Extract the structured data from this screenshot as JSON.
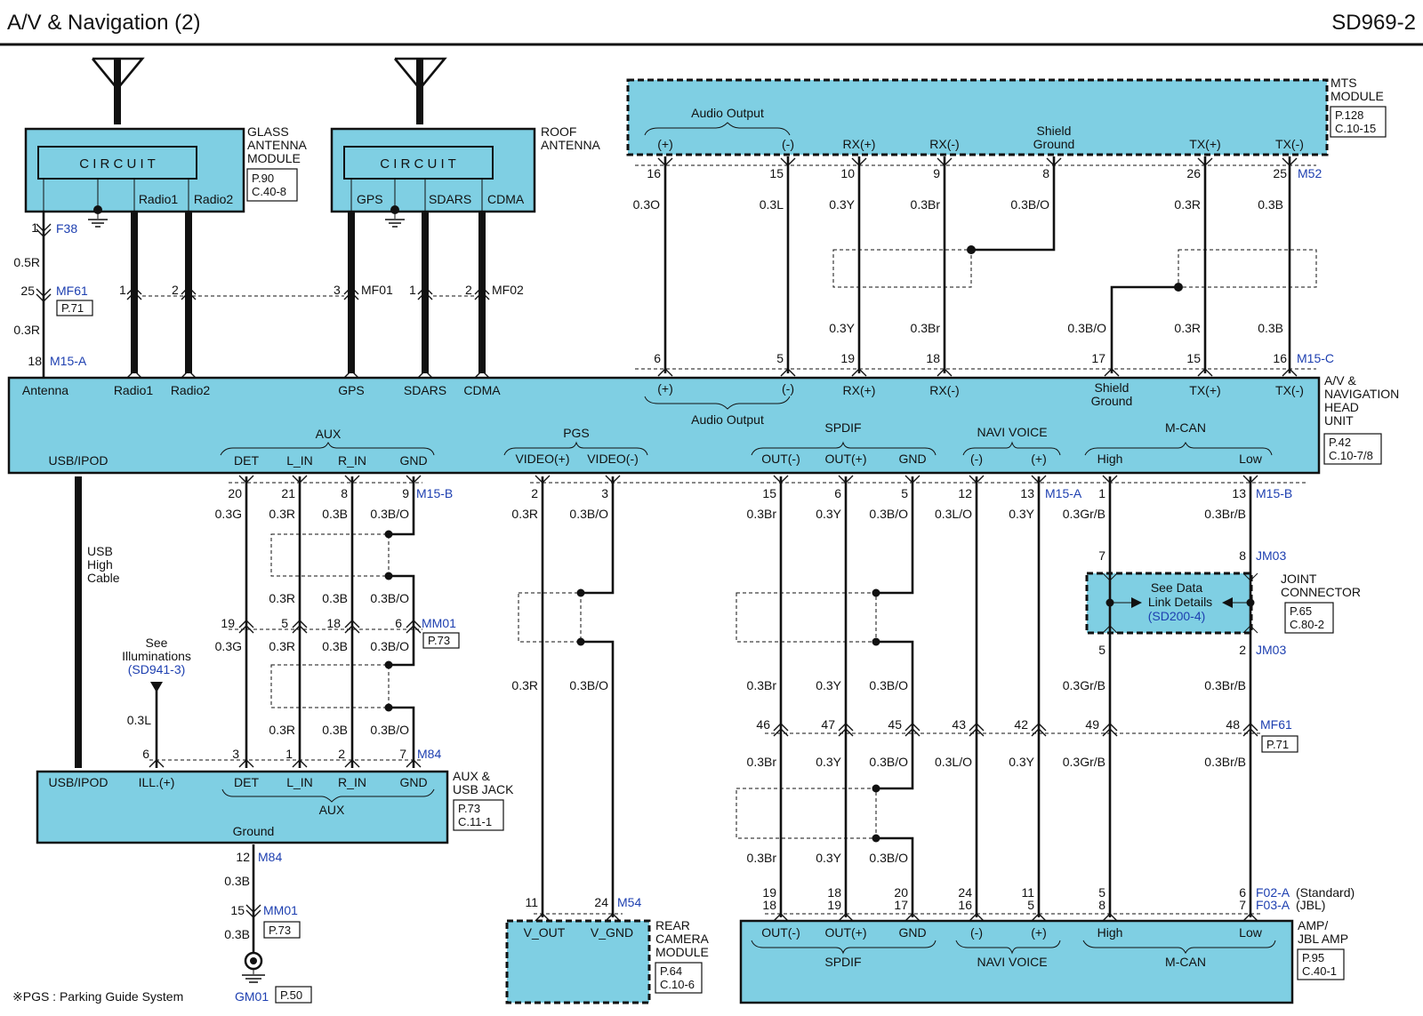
{
  "header": {
    "title": "A/V & Navigation (2)",
    "code": "SD969-2"
  },
  "footnote": "※PGS : Parking Guide System",
  "components": {
    "glass_antenna": {
      "name": [
        "GLASS",
        "ANTENNA",
        "MODULE"
      ],
      "circuit": "C I R C U I T",
      "pins": [
        "Radio1",
        "Radio2"
      ],
      "ref": [
        "P.90",
        "C.40-8"
      ]
    },
    "roof_antenna": {
      "name": [
        "ROOF",
        "ANTENNA"
      ],
      "circuit": "C I R C U I T",
      "pins": [
        "GPS",
        "SDARS",
        "CDMA"
      ]
    },
    "mts_module": {
      "name": [
        "MTS",
        "MODULE"
      ],
      "group": "Audio Output",
      "pins": [
        "(+)",
        "(-)",
        "RX(+)",
        "RX(-)",
        "Shield",
        "Ground",
        "TX(+)",
        "TX(-)"
      ],
      "ref": [
        "P.128",
        "C.10-15"
      ]
    },
    "head_unit": {
      "name": [
        "A/V &",
        "NAVIGATION",
        "HEAD",
        "UNIT"
      ],
      "ref": [
        "P.42",
        "C.10-7/8"
      ],
      "top_pins": [
        "Antenna",
        "Radio1",
        "Radio2",
        "GPS",
        "SDARS",
        "CDMA",
        "(+)",
        "(-)",
        "RX(+)",
        "RX(-)",
        "Shield",
        "Ground",
        "TX(+)",
        "TX(-)"
      ],
      "groups": [
        "Audio Output",
        "AUX",
        "PGS",
        "SPDIF",
        "NAVI VOICE",
        "M-CAN"
      ],
      "bottom_pins": [
        "USB/IPOD",
        "DET",
        "L_IN",
        "R_IN",
        "GND",
        "VIDEO(+)",
        "VIDEO(-)",
        "OUT(-)",
        "OUT(+)",
        "GND",
        "(-)",
        "(+)",
        "High",
        "Low"
      ]
    },
    "aux_jack": {
      "name": [
        "AUX &",
        "USB JACK"
      ],
      "pins": [
        "USB/IPOD",
        "ILL.(+)",
        "DET",
        "L_IN",
        "R_IN",
        "GND"
      ],
      "group": "AUX",
      "ground": "Ground",
      "ref": [
        "P.73",
        "C.11-1"
      ]
    },
    "rear_camera": {
      "name": [
        "REAR",
        "CAMERA",
        "MODULE"
      ],
      "pins": [
        "V_OUT",
        "V_GND"
      ],
      "ref": [
        "P.64",
        "C.10-6"
      ]
    },
    "amp": {
      "name": [
        "AMP/",
        "JBL AMP"
      ],
      "pins": [
        "OUT(-)",
        "OUT(+)",
        "GND",
        "(-)",
        "(+)",
        "High",
        "Low"
      ],
      "groups": [
        "SPDIF",
        "NAVI VOICE",
        "M-CAN"
      ],
      "ref": [
        "P.95",
        "C.40-1"
      ]
    },
    "joint": {
      "name": [
        "JOINT",
        "CONNECTOR"
      ],
      "text": [
        "See Data",
        "Link Details"
      ],
      "link": "(SD200-4)",
      "ref": [
        "P.65",
        "C.80-2"
      ]
    }
  },
  "connectors": {
    "F38": "F38",
    "MF61": "MF61",
    "M15A": "M15-A",
    "MF01": "MF01",
    "MF02": "MF02",
    "M52": "M52",
    "M15C": "M15-C",
    "M15B": "M15-B",
    "MM01": "MM01",
    "M84": "M84",
    "M54": "M54",
    "JM03": "JM03",
    "F02A": "F02-A",
    "F03A": "F03-A",
    "GM01": "GM01",
    "standard": "(Standard)",
    "jbl": "(JBL)"
  },
  "refs": {
    "p71": "P.71",
    "p73": "P.73",
    "p50": "P.50"
  },
  "labels": {
    "usb_cable": [
      "USB",
      "High",
      "Cable"
    ],
    "see_illum": [
      "See",
      "Illuminations"
    ],
    "illum_link": "(SD941-3)"
  }
}
